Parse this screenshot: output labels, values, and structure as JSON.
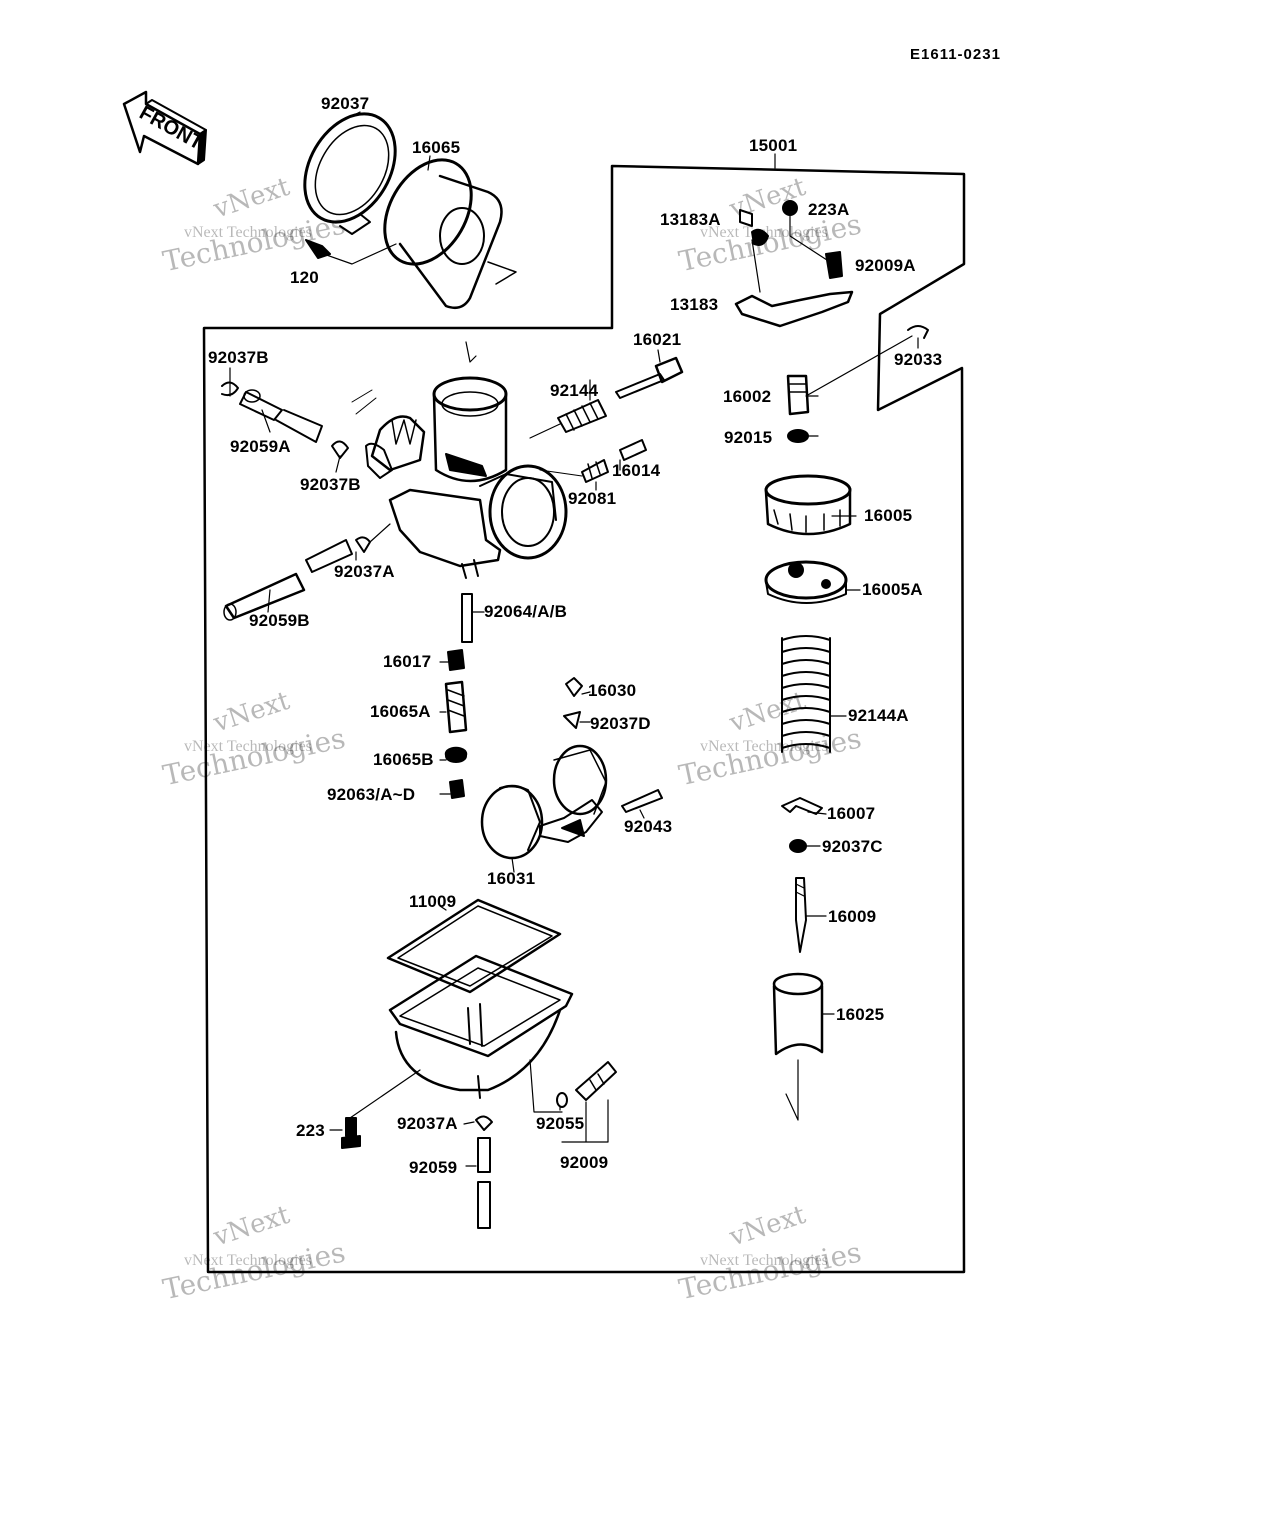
{
  "document": {
    "code": "E1611-0231"
  },
  "front_arrow": {
    "label": "FRONT"
  },
  "watermark": {
    "line1": "vNext",
    "line2": "vNext Technologies",
    "line3": "Technologies"
  },
  "parts": [
    "92037",
    "16065",
    "120",
    "15001",
    "13183A",
    "223A",
    "92009A",
    "13183",
    "92033",
    "16021",
    "92037B",
    "92144",
    "16002",
    "92015",
    "92059A",
    "92037B",
    "16014",
    "92081",
    "16005",
    "92037A",
    "16005A",
    "92059B",
    "92064/A/B",
    "16017",
    "16030",
    "16065A",
    "92037D",
    "92144A",
    "16065B",
    "92063/A~D",
    "16007",
    "92043",
    "92037C",
    "16031",
    "16009",
    "11009",
    "16025",
    "223",
    "92037A",
    "92055",
    "92009",
    "92059"
  ]
}
